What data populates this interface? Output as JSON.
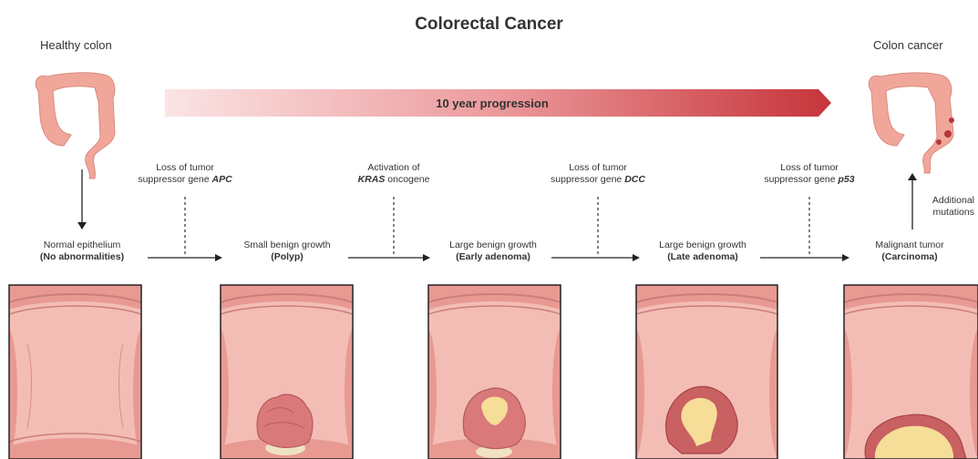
{
  "title": "Colorectal Cancer",
  "healthy_label": "Healthy colon",
  "cancer_label": "Colon cancer",
  "progression_label": "10 year progression",
  "additional_mutations": [
    "Additional",
    "mutations"
  ],
  "stages": [
    {
      "line1": "Normal epithelium",
      "line2": "(No abnormalities)"
    },
    {
      "line1": "Small benign growth",
      "line2": "(Polyp)"
    },
    {
      "line1": "Large benign growth",
      "line2": "(Early adenoma)"
    },
    {
      "line1": "Large benign growth",
      "line2": "(Late adenoma)"
    },
    {
      "line1": "Malignant tumor",
      "line2": "(Carcinoma)"
    }
  ],
  "events": [
    {
      "line1": "Loss of tumor",
      "line2_pre": "suppressor gene ",
      "line2_gene": "APC",
      "line2_post": ""
    },
    {
      "line1": "Activation of",
      "line2_pre": "",
      "line2_gene": "KRAS",
      "line2_post": " oncogene"
    },
    {
      "line1": "Loss of tumor",
      "line2_pre": "suppressor gene ",
      "line2_gene": "DCC",
      "line2_post": ""
    },
    {
      "line1": "Loss of tumor",
      "line2_pre": "suppressor gene ",
      "line2_gene": "p53",
      "line2_post": ""
    }
  ],
  "colors": {
    "tissue_fill": "#f2b7b0",
    "tissue_stroke": "#c97f78",
    "arrow_start": "#fbe3e3",
    "arrow_end": "#c9353a",
    "tumor_core": "#f6dd98"
  }
}
